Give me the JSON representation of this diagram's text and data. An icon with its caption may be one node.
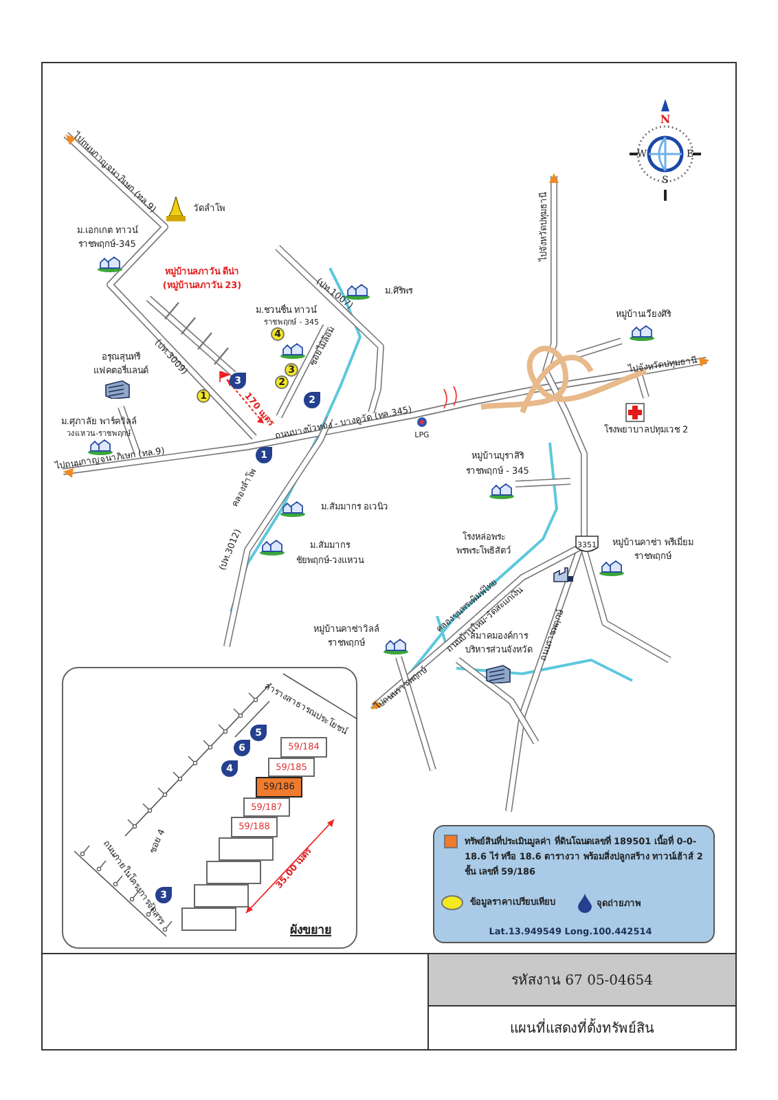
{
  "diagram": {
    "nodes": [
      {
        "text": [
          "1"
        ]
      },
      {
        "text": [
          "2"
        ]
      },
      {
        "text": [
          "3"
        ]
      },
      {
        "text": [
          "4"
        ]
      },
      {
        "text": [
          "1"
        ]
      },
      {
        "text": [
          "2"
        ]
      },
      {
        "text": [
          "3"
        ]
      },
      {
        "text": [
          "ผังขยาย"
        ]
      },
      {
        "text": [
          "5"
        ],
        "in": 7
      },
      {
        "text": [
          "6"
        ],
        "in": 7
      },
      {
        "text": [
          "4"
        ],
        "in": 7
      },
      {
        "text": [
          "3"
        ],
        "in": 7
      },
      {
        "text": [
          "59/184"
        ],
        "in": 7
      },
      {
        "text": [
          "59/185"
        ],
        "in": 7
      },
      {
        "text": [
          "59/186"
        ],
        "in": 7
      },
      {
        "text": [
          "59/187"
        ],
        "in": 7
      },
      {
        "text": [
          "59/188"
        ],
        "in": 7
      },
      {
        "text": [],
        "shape": "box",
        "in": 7
      },
      {
        "text": [],
        "shape": "box",
        "in": 7
      },
      {
        "text": [],
        "shape": "box",
        "in": 7
      },
      {
        "text": [],
        "shape": "box",
        "in": 7
      },
      {
        "text": [
          "รหัสงาน 67 05-04654"
        ]
      },
      {
        "text": [
          "แผนที่แสดงที่ตั้งทรัพย์สิน"
        ]
      }
    ],
    "labels": [
      "ไปถนนกาญจนาภิเษก (ทล.9)",
      "วัดลำโพ",
      "ม.เอกเกต ทาวน์",
      "ราชพฤกษ์-345",
      "หมู่บ้านลภาวัน ดีน่า",
      "(หมู่บ้านลภาวัน 23)",
      "ม.ศิริพร",
      "(ปท.1007)",
      "ม.ชวนชื่น ทาวน์",
      "ราชพฤกษ์ - 345",
      "(ปท.3009)",
      "ซอยไม้ล้อม",
      "อรุณสุนทรี",
      "แฟคตอรี่แลนด์",
      "170 เมตร",
      "ม.ศุภาลัย พาร์ควิลล์",
      "วงแหวน-ราชพฤกษ์",
      "ไปถนนกาญจนาภิเษก (ทล.9)",
      "ถนนบางบัวทอง - บางคูวัด (ทล.345)",
      "LPG",
      "ไปจังหวัดปทุมธานี",
      "หมู่บ้านเวียงศิริ",
      "ไปจังหวัดปทุมธานี",
      "โรงพยาบาลปทุมเวช 2",
      "คลองลำโพ",
      "หมู่บ้านบุราสิริ",
      "ราชพฤกษ์ - 345",
      "ม.สัมมากร อเวนิว",
      "ม.สัมมากร",
      "ชัยพฤกษ์-วงแหวน",
      "(ปท.3012)",
      "โรงหล่อพระ",
      "พรพระโพธิสัตว์",
      "3351",
      "หมู่บ้านคาซ่า พรีเมี่ยม",
      "ราชพฤกษ์",
      "คลองขุนพระพิมพ์ไทย",
      "ถนนบ้านใหม่-วัดสะแกเงิน",
      "หมู่บ้านคาซ่าวิลล์",
      "ราชพฤกษ์",
      "สมาคมองค์การ",
      "บริหารส่วนจังหวัด",
      "ถนนราชพฤกษ์",
      "ไปถนนราชพฤกษ์",
      "ลำรางสาธารณประโยชน์",
      "ซอย 4",
      "ถนนภายในโครงการจัดสรร",
      "35.00 เมตร",
      "Lat.13.949549 Long.100.442514",
      "N",
      "W",
      "E",
      "S"
    ],
    "legend": [
      {
        "text": "ทรัพย์สินที่ประเมินมูลค่า ที่ดินโฉนดเลขที่ 189501 เนื้อที่ 0-0-18.6 ไร่ หรือ 18.6 ตารางวา พร้อมสิ่งปลูกสร้าง ทาวน์เฮ้าส์ 2 ชั้น เลขที่ 59/186",
        "color": "#f07a2e"
      },
      {
        "text": "ข้อมูลราคาเปรียบเทียบ",
        "color": "#f5e820"
      },
      {
        "text": "จุดถ่ายภาพ"
      }
    ]
  }
}
